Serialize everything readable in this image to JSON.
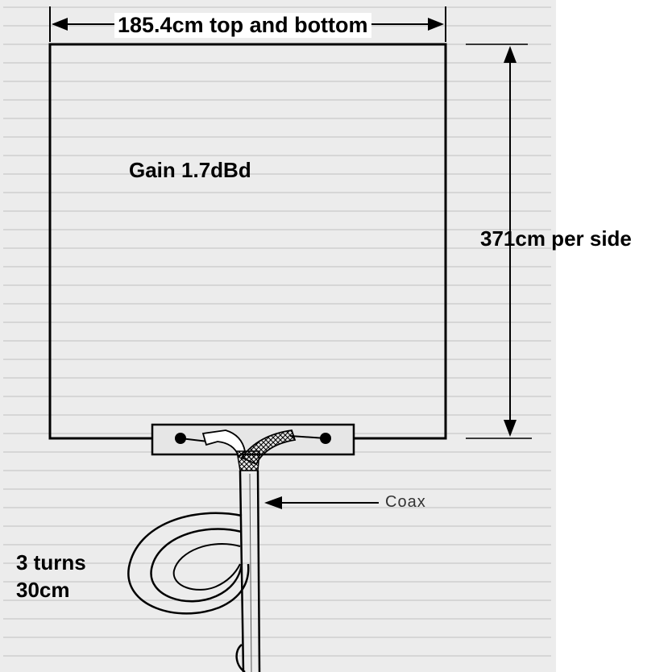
{
  "diagram": {
    "labels": {
      "top_dimension": "185.4cm top and bottom",
      "gain": "Gain 1.7dBd",
      "side_dimension": "371cm per side",
      "turns": "3 turns",
      "turns_size": "30cm",
      "coax": "Coax"
    },
    "colors": {
      "line": "#000000",
      "paper": "#ececec",
      "label_background": "#ffffff"
    }
  }
}
